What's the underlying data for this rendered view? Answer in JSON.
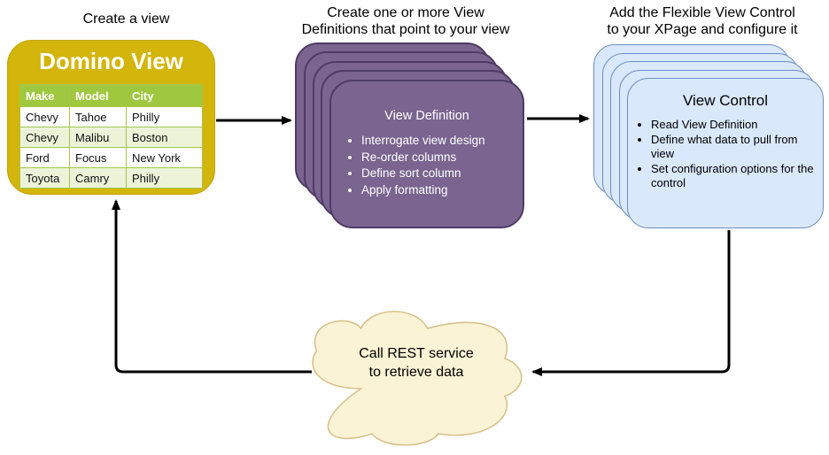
{
  "headings": {
    "step1": "Create a view",
    "step2_line1": "Create one or more View",
    "step2_line2": "Definitions that point to your view",
    "step3_line1": "Add the Flexible View Control",
    "step3_line2": "to your XPage and configure it"
  },
  "domino_view": {
    "title": "Domino View",
    "table": {
      "headers": [
        "Make",
        "Model",
        "City"
      ],
      "rows": [
        [
          "Chevy",
          "Tahoe",
          "Philly"
        ],
        [
          "Chevy",
          "Malibu",
          "Boston"
        ],
        [
          "Ford",
          "Focus",
          "New York"
        ],
        [
          "Toyota",
          "Camry",
          "Philly"
        ]
      ]
    }
  },
  "view_definition": {
    "title": "View Definition",
    "bullets": [
      "Interrogate view design",
      "Re-order columns",
      "Define sort column",
      "Apply formatting"
    ]
  },
  "view_control": {
    "title": "View Control",
    "bullets": [
      "Read View Definition",
      "Define what data to pull from view",
      "Set configuration options for the control"
    ]
  },
  "cloud": {
    "line1": "Call REST service",
    "line2": "to retrieve data"
  },
  "colors": {
    "domino_fill": "#d3b50b",
    "table_header_green": "#9fc83e",
    "table_alt_row": "#ecf3d8",
    "purple_fill": "#7a6490",
    "purple_stroke": "#4e3c64",
    "blue_fill": "#dae8fc",
    "blue_stroke": "#6c8ebf",
    "cloud_fill": "#fbf3d6",
    "cloud_stroke": "#d8c18c",
    "arrow": "#000000"
  }
}
